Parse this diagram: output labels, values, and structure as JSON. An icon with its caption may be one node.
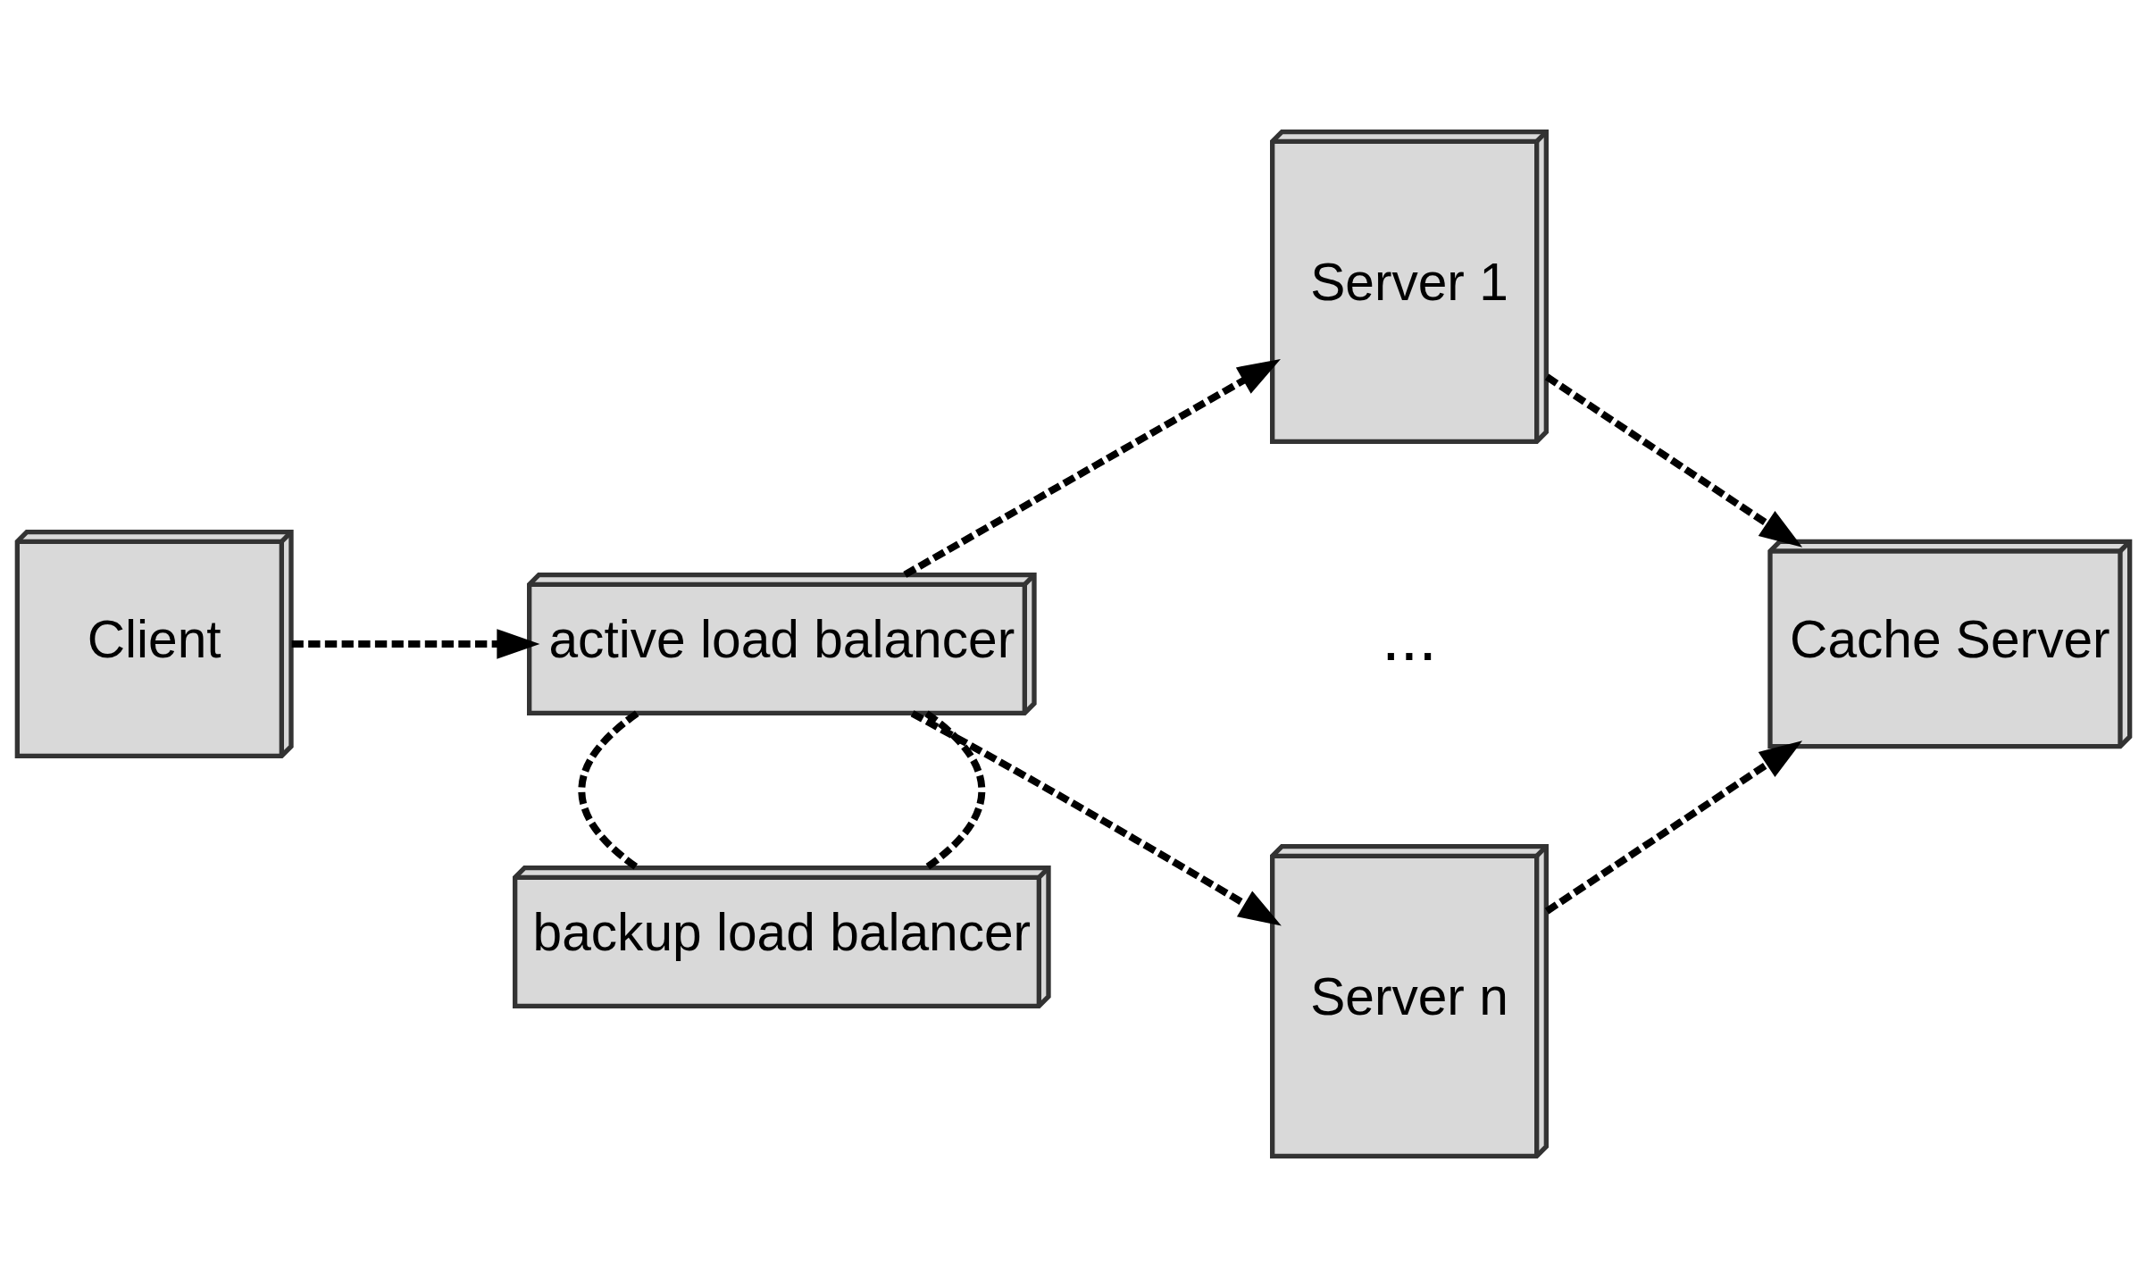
{
  "diagram": {
    "nodes": [
      {
        "text": [
          "Client"
        ]
      },
      {
        "text": [
          "active load balancer"
        ]
      },
      {
        "text": [
          "backup load balancer"
        ]
      },
      {
        "text": [
          "Server 1"
        ]
      },
      {
        "text": [
          "Server n"
        ]
      },
      {
        "text": [
          "Cache Server"
        ]
      }
    ],
    "edges": [
      {
        "from": 0,
        "to": 1,
        "arrow": "to",
        "style": "dashed"
      },
      {
        "from": 1,
        "to": 2,
        "arrow": "none",
        "style": "dashed"
      },
      {
        "from": 1,
        "to": 2,
        "arrow": "none",
        "style": "dashed"
      },
      {
        "from": 1,
        "to": 3,
        "arrow": "to",
        "style": "dashed"
      },
      {
        "from": 1,
        "to": 4,
        "arrow": "to",
        "style": "dashed"
      },
      {
        "from": 3,
        "to": 5,
        "arrow": "to",
        "style": "dashed"
      },
      {
        "from": 4,
        "to": 5,
        "arrow": "to",
        "style": "dashed"
      }
    ],
    "labels": [
      "..."
    ]
  }
}
